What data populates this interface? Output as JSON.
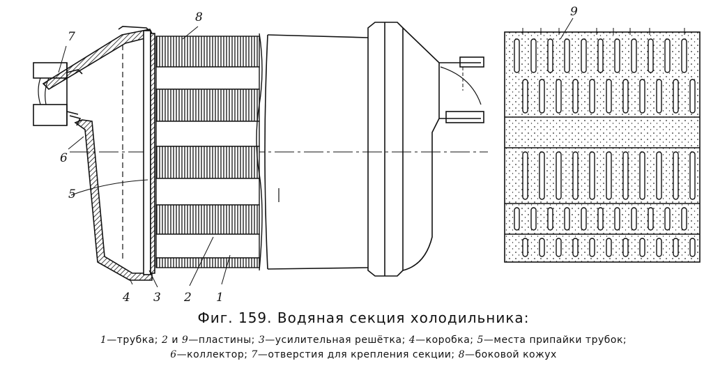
{
  "caption": "Фиг. 159. Водяная секция холодильника:",
  "legend_lines": [
    [
      {
        "num": "1",
        "text": "—трубка;"
      },
      {
        "num": "2",
        "mid": "и",
        "num2": "9",
        "text": "—пластины;"
      },
      {
        "num": "3",
        "text": "—усилительная решётка;"
      },
      {
        "num": "4",
        "text": "—коробка;"
      },
      {
        "num": "5",
        "text": "—места припайки трубок;"
      }
    ],
    [
      {
        "num": "6",
        "text": "—коллектор;"
      },
      {
        "num": "7",
        "text": "—отверстия для крепления секции;"
      },
      {
        "num": "8",
        "text": "—боковой кожух"
      }
    ]
  ],
  "labels": {
    "l1": "1",
    "l2": "2",
    "l3": "3",
    "l4": "4",
    "l5": "5",
    "l6": "6",
    "l7": "7",
    "l8": "8",
    "l9": "9"
  }
}
